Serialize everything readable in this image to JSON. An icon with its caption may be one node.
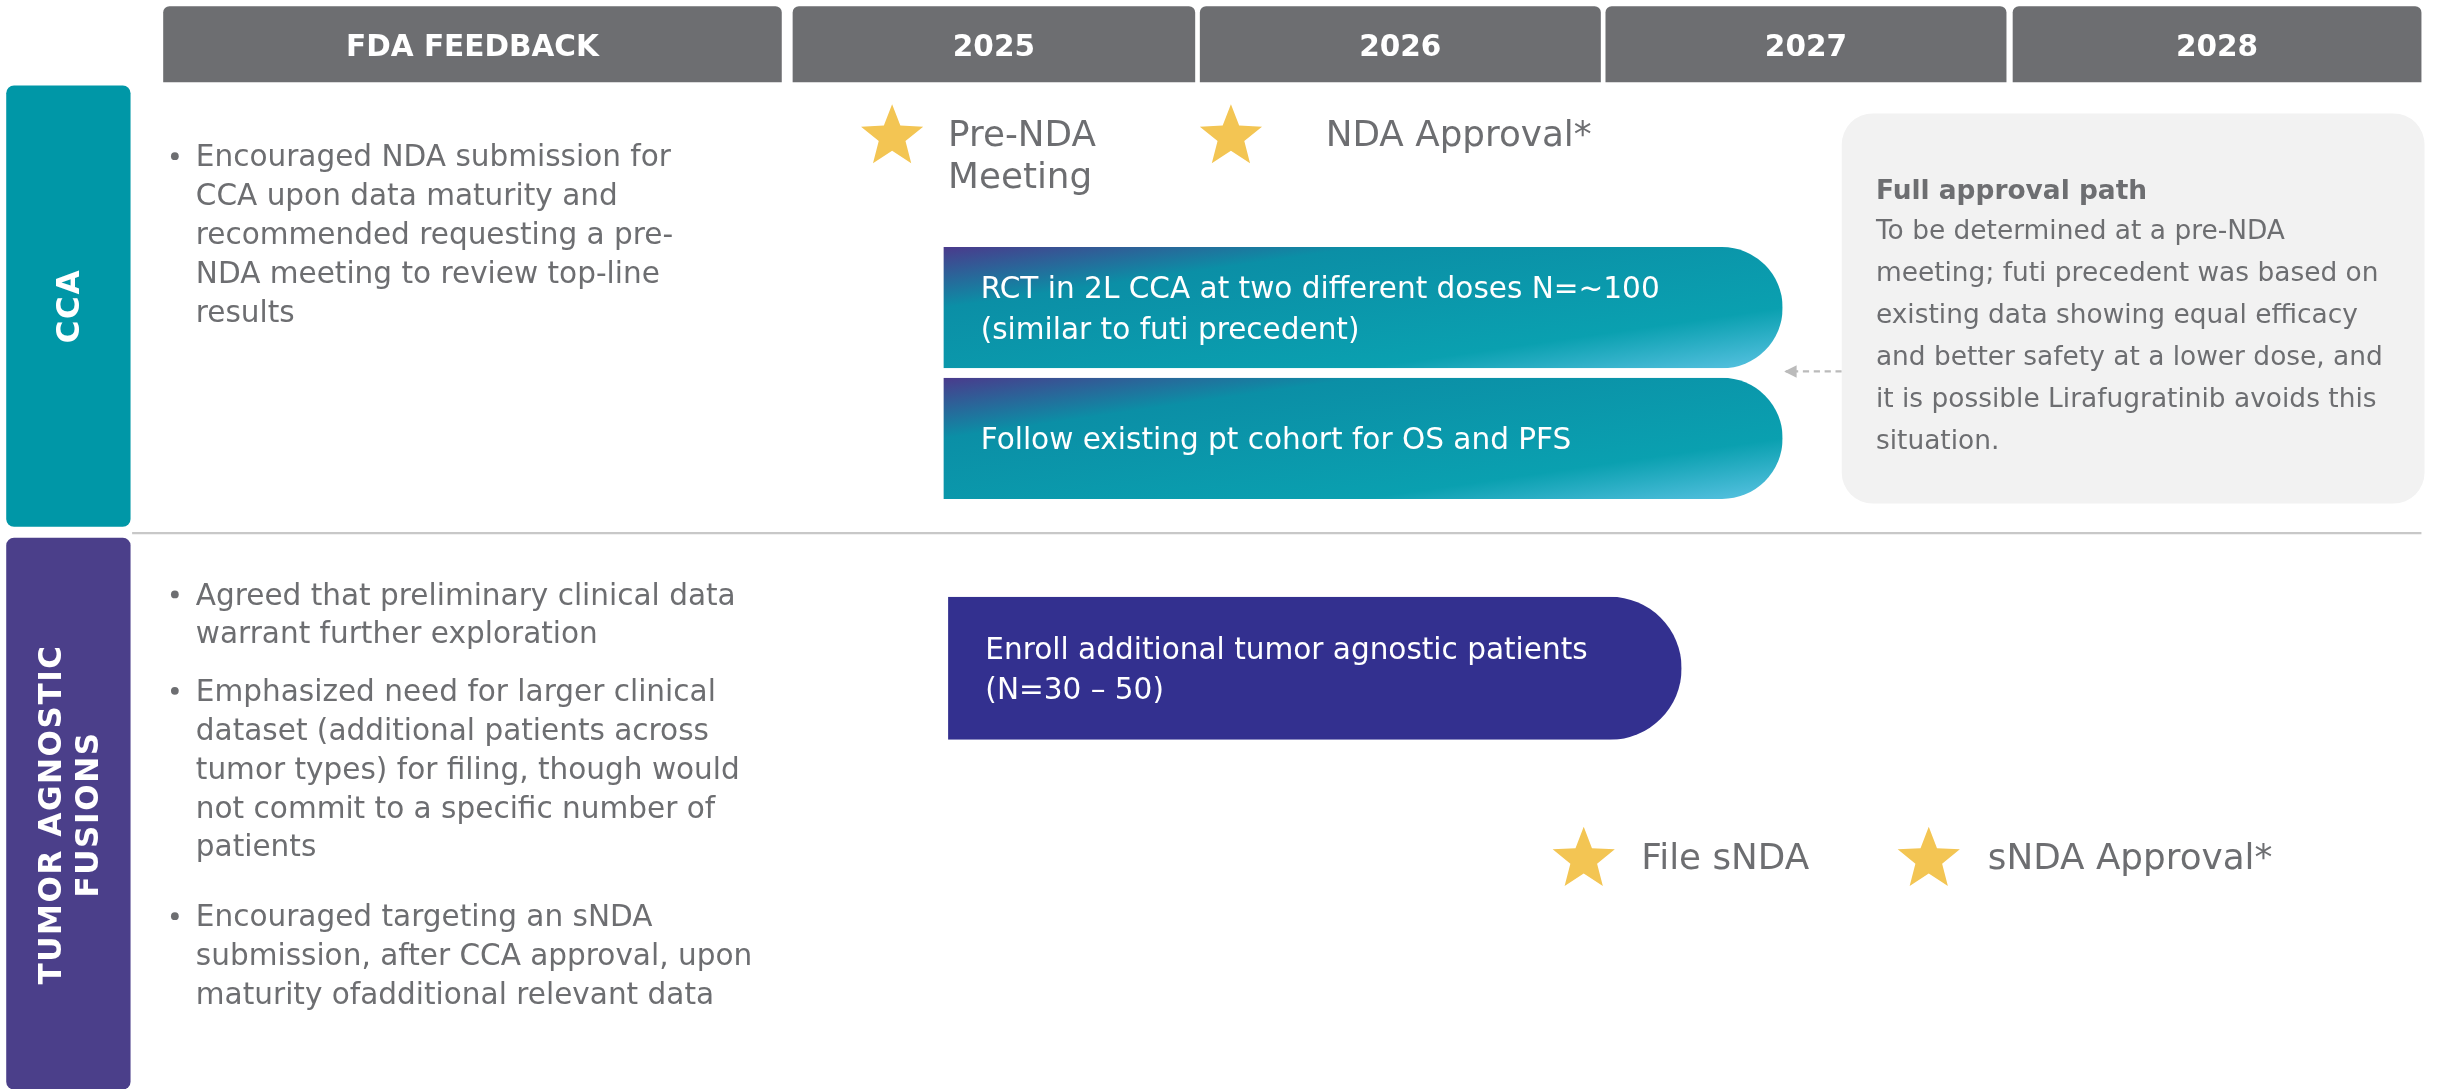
{
  "diagram": {
    "nodes": [
      {
        "text": [
          "CCA"
        ]
      },
      {
        "text": [
          "TUMOR AGNOSTIC FUSIONS"
        ]
      },
      {
        "text": [
          "RCT in 2L CCA at two different doses N=~100 (similar to futi precedent)"
        ]
      },
      {
        "text": [
          "Follow existing pt cohort for OS and PFS"
        ]
      },
      {
        "text": [
          "Enroll additional tumor agnostic patients (N=30 – 50)"
        ]
      },
      {
        "text": [
          "Full approval path",
          "To be determined at a pre-NDA meeting; futi precedent was based on existing data showing equal efficacy and better safety at a lower dose, and it is possible Lirafugratinib avoids this situation."
        ]
      }
    ],
    "edges": [
      {
        "from": 5,
        "to": 2,
        "arrow": "to",
        "style": "dashed",
        "color": "#bbbbbb"
      }
    ],
    "labels": [
      "FDA FEEDBACK",
      "2025",
      "2026",
      "2027",
      "2028",
      "Encouraged NDA submission for CCA upon data maturity and recommended requesting a pre-NDA meeting to review top-line results",
      "Pre-NDA Meeting",
      "NDA Approval*",
      "Agreed that preliminary clinical data warrant further exploration",
      "Emphasized need for larger clinical dataset (additional patients across tumor types) for filing, though would not commit to a specific number of patients",
      "Encouraged targeting an sNDA submission, after CCA approval, upon maturity ofadditional relevant data",
      "File sNDA",
      "sNDA Approval*"
    ]
  }
}
